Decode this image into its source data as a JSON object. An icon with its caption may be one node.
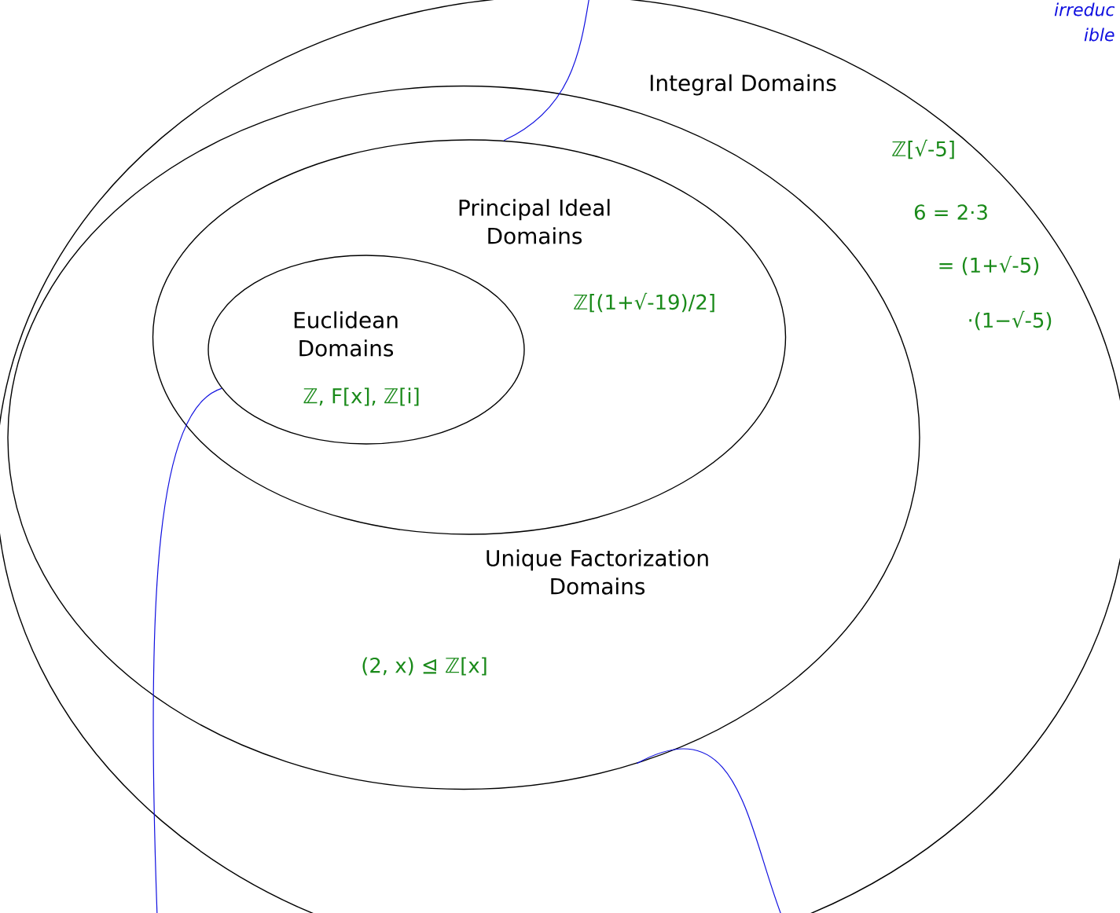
{
  "diagram": {
    "nodes": [
      {
        "text": [
          "Integral Domains",
          "ℤ[√-5]",
          "6 = 2·3",
          "= (1+√-5)",
          "·(1−√-5)"
        ]
      },
      {
        "text": [
          "Unique Factorization Domains",
          "(2, x) ⊴ ℤ[x]"
        ],
        "in": 0
      },
      {
        "text": [
          "Principal Ideal Domains",
          "ℤ[(1+√-19)/2]"
        ],
        "in": 1
      },
      {
        "text": [
          "Euclidean Domains",
          "ℤ, F[x], ℤ[i]"
        ],
        "in": 2
      }
    ],
    "edges": [
      {
        "from": null,
        "to": 2,
        "arrow": "none"
      },
      {
        "from": null,
        "to": 3,
        "arrow": "none"
      },
      {
        "from": null,
        "to": 1,
        "arrow": "none"
      }
    ],
    "labels": [
      "irreduc",
      "ible"
    ]
  }
}
